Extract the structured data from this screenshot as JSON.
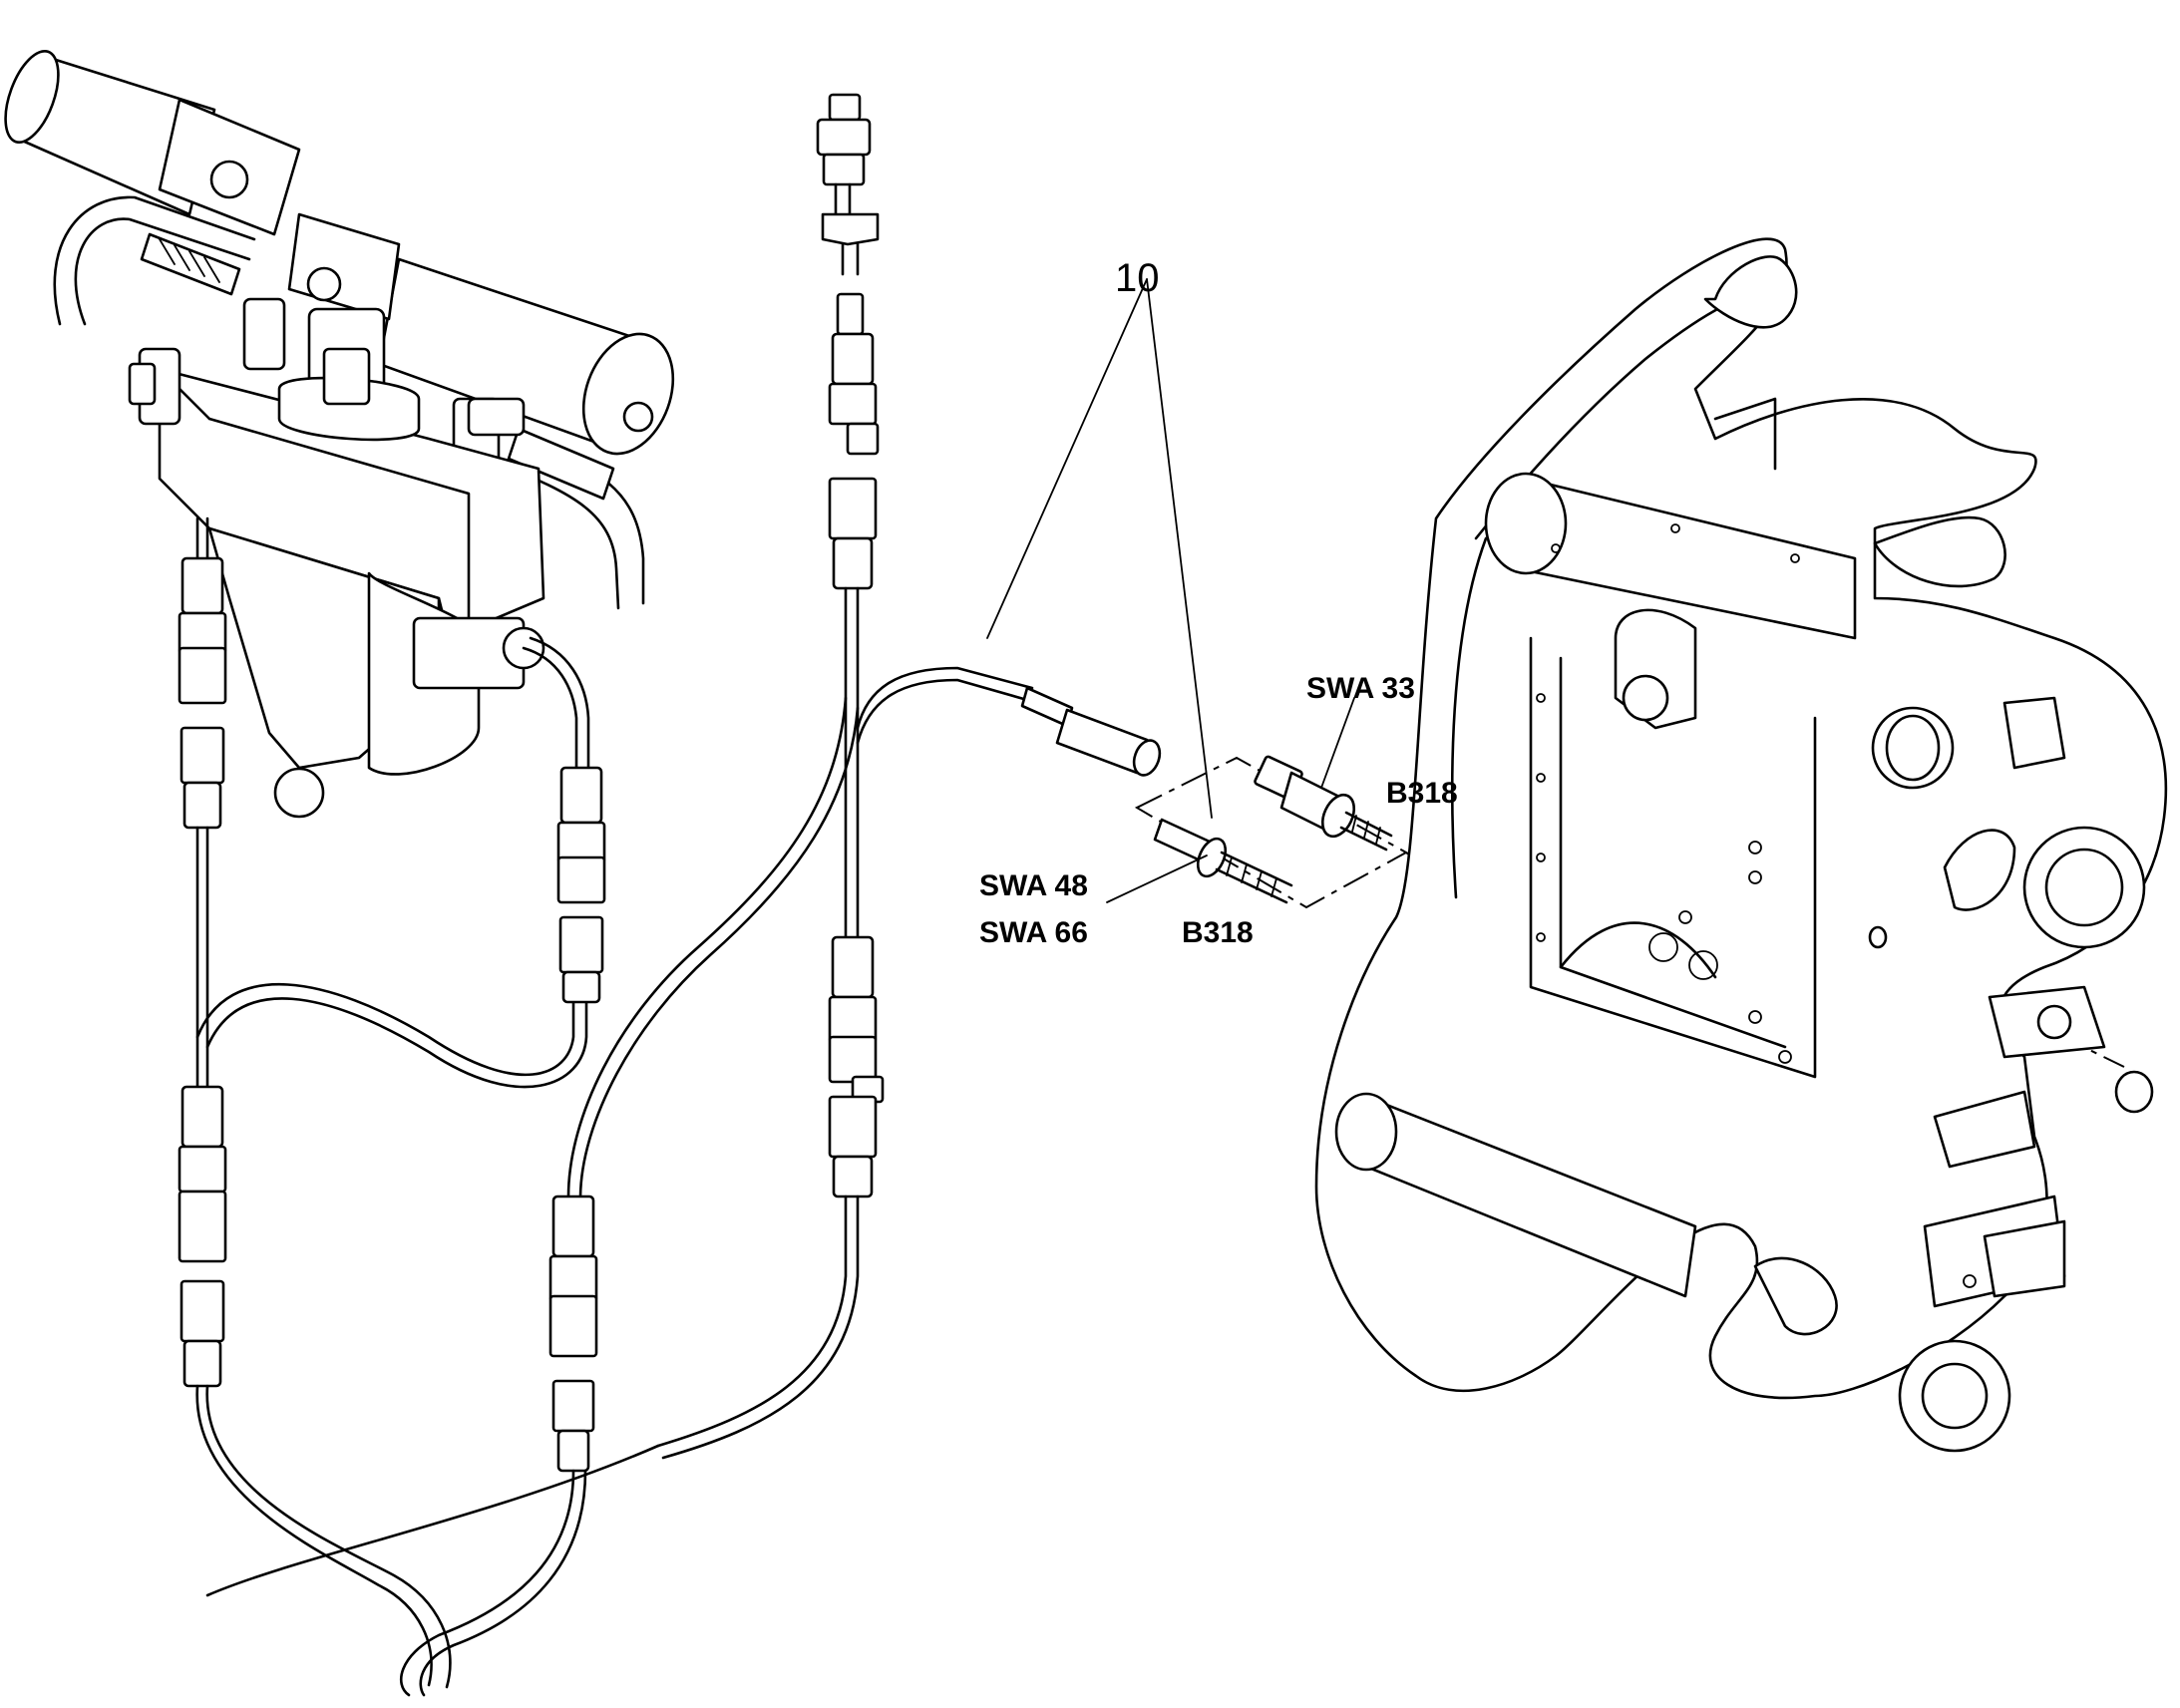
{
  "callouts": {
    "item_number": "10",
    "swa33": "SWA 33",
    "b318_upper": "B318",
    "swa48": "SWA 48",
    "swa66": "SWA 66",
    "b318_lower": "B318"
  },
  "colors": {
    "line": "#000000",
    "background": "#ffffff"
  }
}
